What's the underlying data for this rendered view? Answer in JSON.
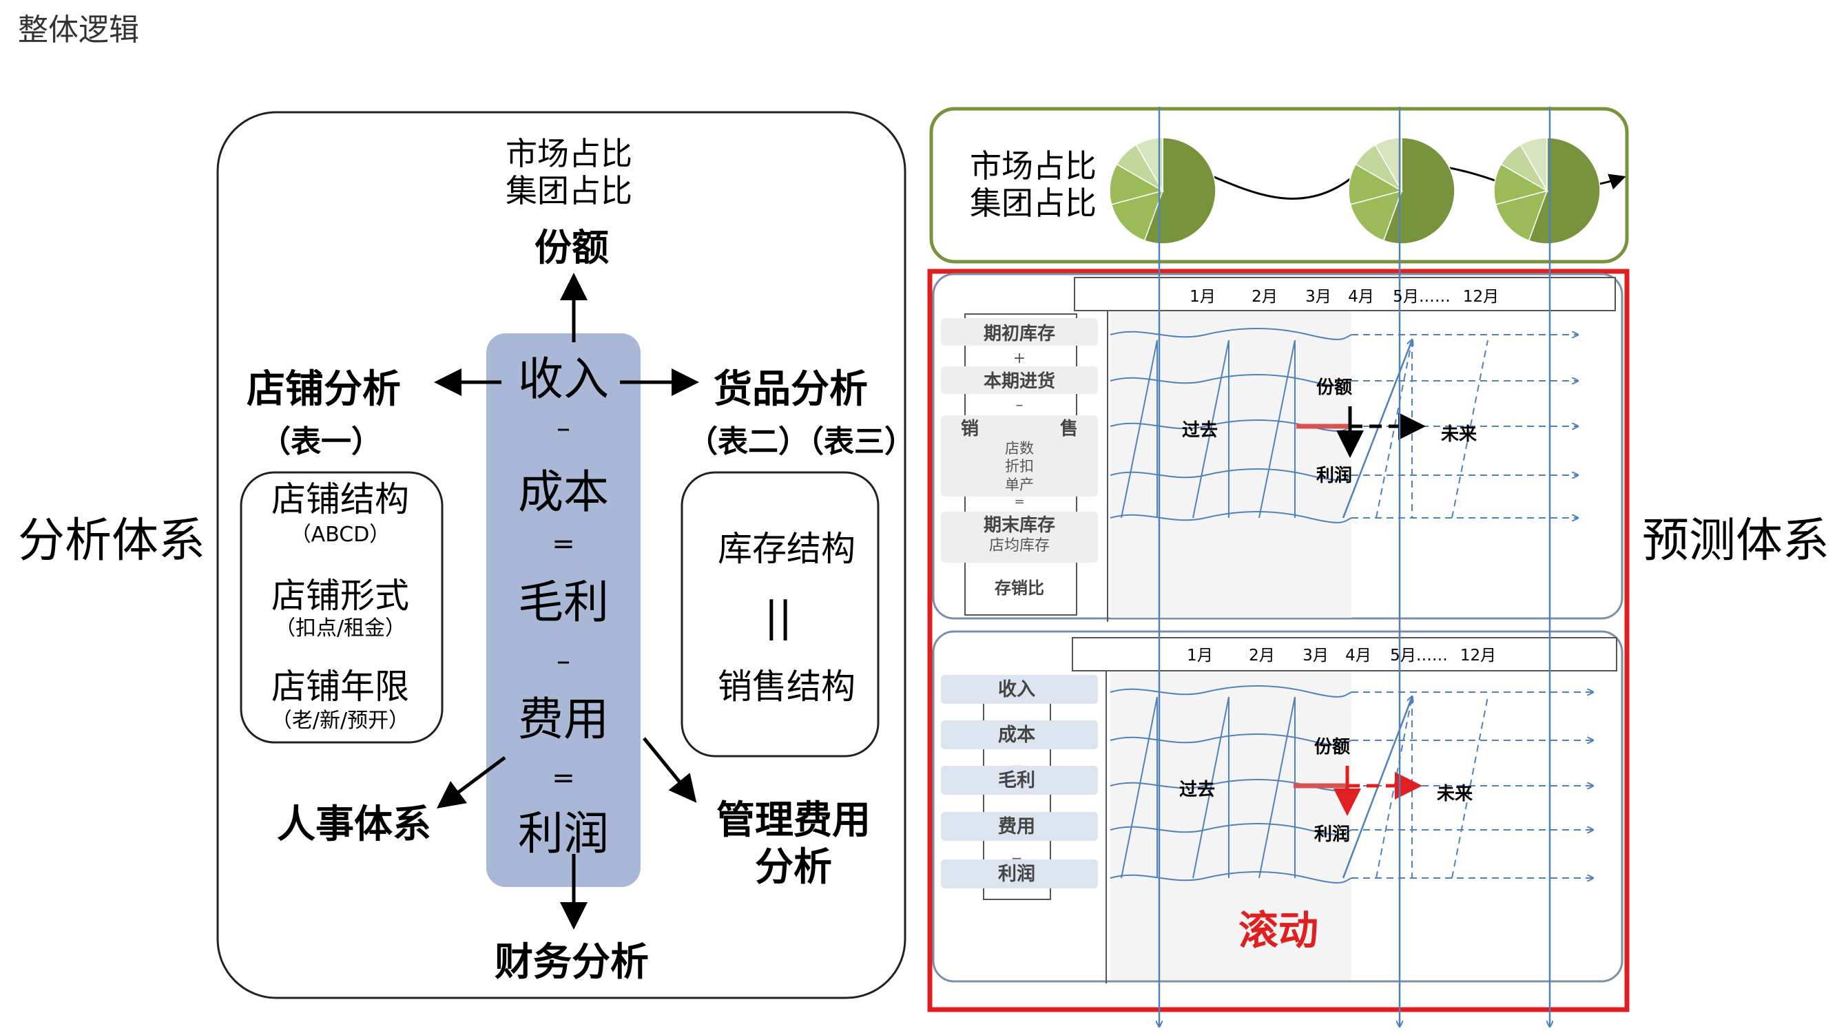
{
  "page_title": "整体逻辑",
  "left_system_label": "分析体系",
  "right_system_label": "预测体系",
  "analysis": {
    "top_metrics": [
      "市场占比",
      "集团占比"
    ],
    "share": "份额",
    "formula": [
      "收入",
      "–",
      "成本",
      "=",
      "毛利",
      "–",
      "费用",
      "=",
      "利润"
    ],
    "store": {
      "title": "店铺分析",
      "table": "（表一）",
      "items": [
        {
          "name": "店铺结构",
          "sub": "（ABCD）"
        },
        {
          "name": "店铺形式",
          "sub": "（扣点/租金）"
        },
        {
          "name": "店铺年限",
          "sub": "（老/新/预开）"
        }
      ]
    },
    "goods": {
      "title": "货品分析",
      "table": "（表二）（表三）",
      "items": [
        "库存结构",
        "||",
        "销售结构"
      ]
    },
    "hr": "人事体系",
    "mgmt": [
      "管理费用",
      "分析"
    ],
    "finance": "财务分析"
  },
  "forecast": {
    "top_metrics": [
      "市场占比",
      "集团占比"
    ],
    "months": [
      "1月",
      "2月",
      "3月",
      "4月",
      "5月……",
      "12月"
    ],
    "inventory_rows": {
      "items": [
        "期初库存",
        "+",
        "本期进货",
        "–"
      ],
      "sales_left": "销",
      "sales_right": "售",
      "sales_sub": [
        "店数",
        "折扣",
        "单产",
        "="
      ],
      "end": "期末库存",
      "end_sub": "店均库存",
      "ratio": "存销比"
    },
    "pnl_rows": [
      "收入",
      "–",
      "成本",
      "=",
      "毛利",
      "–",
      "费用",
      "=",
      "利润"
    ],
    "past": "过去",
    "future": "未来",
    "share": "份额",
    "profit": "利润",
    "rolling": "滚动"
  },
  "colors": {
    "formula_box": "#a8b8d6",
    "green_frame": "#77933c",
    "red_frame": "#e02020",
    "line_blue": "#4f81bd",
    "pie_dark": "#77933c",
    "pie_mid": "#9bbb59",
    "pie_light": "#c3d69b",
    "pie_lighter": "#d7e4bd"
  }
}
